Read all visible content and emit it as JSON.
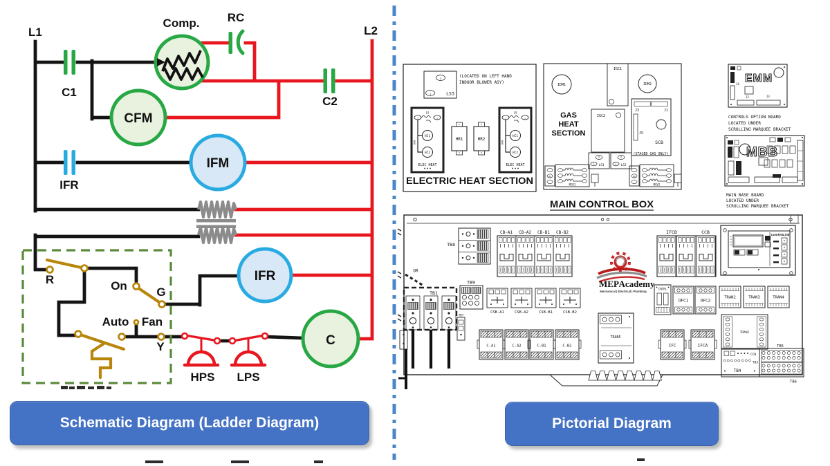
{
  "captions": {
    "left": "Schematic Diagram (Ladder Diagram)",
    "right": "Pictorial Diagram"
  },
  "schematic": {
    "l1": "L1",
    "c1": "C1",
    "comp": "Comp.",
    "rc": "RC",
    "l2": "L2",
    "c2": "C2",
    "cfm": "CFM",
    "ifr_contact": "IFR",
    "ifm": "IFM",
    "r": "R",
    "on": "On",
    "g": "G",
    "auto": "Auto",
    "fan": "Fan",
    "y": "Y",
    "ifr_coil": "IFR",
    "c_coil": "C",
    "hps": "HPS",
    "lps": "LPS"
  },
  "pictorial": {
    "sym": {
      "one": "1",
      "two": "2",
      "three": "3"
    },
    "electric_heat": {
      "title": "ELECTRIC HEAT SECTION",
      "note1": "(LOCATED ON LEFT HAND",
      "note2": "INDOOR BLOWER ASY)",
      "ls3": "LS3",
      "ls": "LS",
      "hc1": "HC1",
      "hc2": "HC2",
      "elec_heat": "ELEC HEAT",
      "brn": "BRN",
      "hr1": "HR1",
      "hr2": "HR2"
    },
    "gas_heat": {
      "title1": "GAS",
      "title2": "HEAT",
      "title3": "SECTION",
      "idm1": "IDM1",
      "idm2": "IDM2",
      "igc1": "IGC1",
      "igc2": "IGC2",
      "j3": "J3",
      "j1": "J1",
      "j5": "J5",
      "scb": "SCB",
      "staged": "(STAGED GAS ONLY)",
      "ls1": "LS1",
      "ls2": "LS2",
      "rs": "RS",
      "mgv1": "MGV1",
      "mgv2": "MGV2"
    },
    "boards": {
      "emm": "EMM",
      "j4": "J4",
      "j2": "J2",
      "j3": "J3",
      "cob1": "CONTROLS OPTION BOARD",
      "cob2": "LOCATED UNDER",
      "cob3": "SCROLLING MARQUEE BRACKET",
      "mbb": "MBB",
      "mbb1": "MAIN BASE BOARD",
      "mbb2": "LOCATED UNDER",
      "mbb3": "SCROLLING MARQUEE BRACKET"
    },
    "main_box": {
      "title": "MAIN CONTROL BOX",
      "tb8": "TB8",
      "cb_a1": "CB-A1",
      "cb_a2": "CB-A2",
      "cb_b1": "CB-B1",
      "cb_b2": "CB-B2",
      "ifcb": "IFCB",
      "ccb": "CCB",
      "comfortlink": "ComfortLink",
      "or": "OR",
      "tb1": "TB1",
      "tb7": "TB7",
      "tb9": "TB9",
      "csb_a1": "CSB-A1",
      "csb_a2": "CSB-A2",
      "csb_b1": "CSB-B1",
      "csb_b2": "CSB-B2",
      "c_a1": "C-A1",
      "c_a2": "C-A2",
      "c_b1": "C-B1",
      "c_b2": "C-B2",
      "cntrl": "CNTRL",
      "ofc1": "OFC1",
      "ofc2": "OFC2",
      "tran1": "TRAN1",
      "tran2": "TRAN2",
      "tran3": "TRAN3",
      "tran4": "TRAN4",
      "tran5": "TRAN5",
      "ifc": "IFC",
      "ifca": "IFCA",
      "tb5": "TB5",
      "tb3": "TB3",
      "tb4": "TB4",
      "tb6": "TB6",
      "ccn": "CCN"
    },
    "logo": {
      "mep": "MEP",
      "academy": "Academy",
      "tagline": "Mechanical | Electrical | Plumbing"
    }
  },
  "colors": {
    "accent": "#4472c4",
    "wire_red": "#e8171f",
    "green": "#27a844",
    "blue": "#29abe2",
    "gold": "#b8860b",
    "gray": "#8b8b8b",
    "divider": "#4a86c8",
    "logo_red": "#c62828",
    "thermostat_green": "#5a8a3c"
  }
}
